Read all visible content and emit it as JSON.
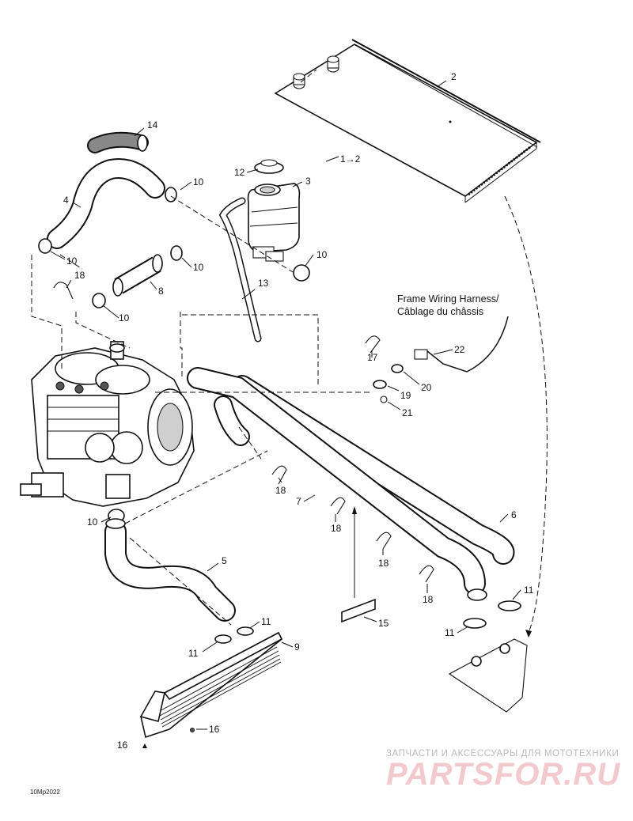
{
  "diagram": {
    "callouts": {
      "c2": "2",
      "c1to2": "1→2",
      "c3": "3",
      "c4": "4",
      "c5": "5",
      "c6": "6",
      "c7": "7",
      "c8": "8",
      "c9": "9",
      "c10a": "10",
      "c10b": "10",
      "c10c": "10",
      "c10d": "10",
      "c10e": "10",
      "c10f": "10",
      "c11a": "11",
      "c11b": "11",
      "c11c": "11",
      "c11d": "11",
      "c12": "12",
      "c13": "13",
      "c14": "14",
      "c15": "15",
      "c16a": "16",
      "c16b": "16",
      "c17": "17",
      "c18a": "18",
      "c18b": "18",
      "c18c": "18",
      "c18d": "18",
      "c18e": "18",
      "c19": "19",
      "c20": "20",
      "c21": "21",
      "c22": "22"
    },
    "harness_label_en": "Frame Wiring Harness/",
    "harness_label_fr": "Câblage du châssis",
    "drawing_code": "10Mp2022"
  },
  "watermark": {
    "tagline": "ЗАПЧАСТИ И АКСЕССУАРЫ ДЛЯ МОТОТЕХНИКИ",
    "logo": "PARTSFOR.RU"
  },
  "colors": {
    "line": "#111111",
    "watermark_logo": "#f2c9cc",
    "watermark_text": "#b9b9b9"
  }
}
